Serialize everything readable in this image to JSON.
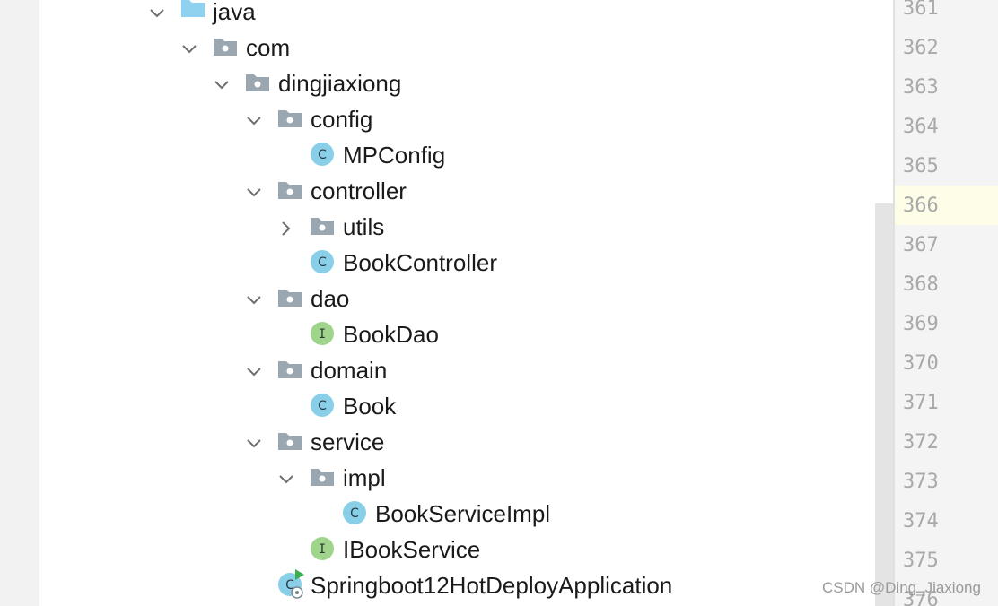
{
  "colors": {
    "folder": "#9aa7b0",
    "source_folder": "#8fd2ef",
    "class_icon_fill": "#89cfe8",
    "interface_icon_fill": "#9fd48d",
    "run_arrow": "#3bae4f",
    "line_number": "#a9a9a9",
    "current_line_bg": "#fdfde8"
  },
  "tree": {
    "items": [
      {
        "label": "java",
        "type": "source-folder",
        "expanded": true
      },
      {
        "label": "com",
        "type": "package",
        "expanded": true
      },
      {
        "label": "dingjiaxiong",
        "type": "package",
        "expanded": true
      },
      {
        "label": "config",
        "type": "package",
        "expanded": true
      },
      {
        "label": "MPConfig",
        "type": "class"
      },
      {
        "label": "controller",
        "type": "package",
        "expanded": true
      },
      {
        "label": "utils",
        "type": "package",
        "expanded": false
      },
      {
        "label": "BookController",
        "type": "class"
      },
      {
        "label": "dao",
        "type": "package",
        "expanded": true
      },
      {
        "label": "BookDao",
        "type": "interface"
      },
      {
        "label": "domain",
        "type": "package",
        "expanded": true
      },
      {
        "label": "Book",
        "type": "class"
      },
      {
        "label": "service",
        "type": "package",
        "expanded": true
      },
      {
        "label": "impl",
        "type": "package",
        "expanded": true
      },
      {
        "label": "BookServiceImpl",
        "type": "class"
      },
      {
        "label": "IBookService",
        "type": "interface"
      },
      {
        "label": "Springboot12HotDeployApplication",
        "type": "spring-boot-application"
      }
    ]
  },
  "icons": {
    "class_letter": "C",
    "interface_letter": "I"
  },
  "gutter": {
    "line_numbers": [
      "361",
      "362",
      "363",
      "364",
      "365",
      "366",
      "367",
      "368",
      "369",
      "370",
      "371",
      "372",
      "373",
      "374",
      "375",
      "376"
    ],
    "current_line": "366"
  },
  "watermark": "CSDN @Ding_Jiaxiong"
}
